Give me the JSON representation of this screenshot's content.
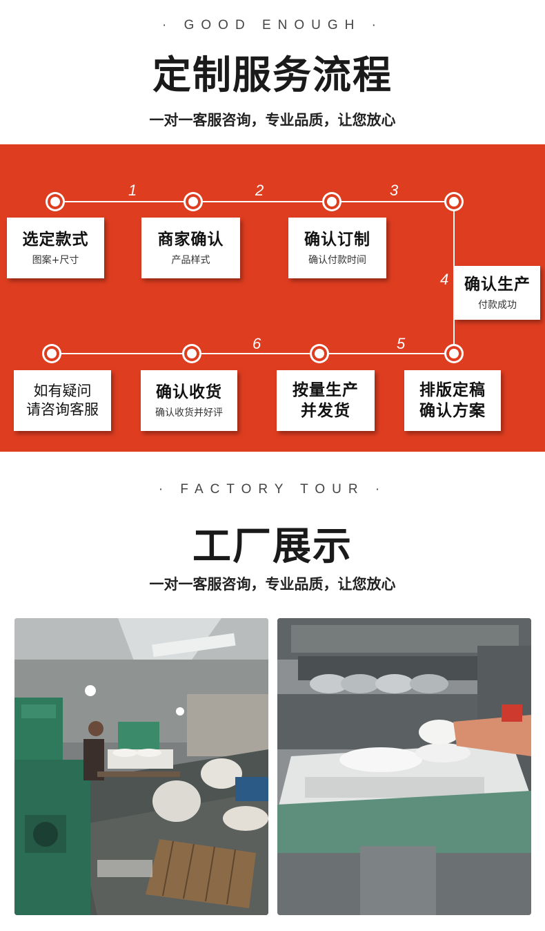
{
  "process": {
    "eyebrow": "· GOOD ENOUGH ·",
    "title": "定制服务流程",
    "subtitle": "一对一客服咨询，专业品质，让您放心",
    "step_numbers": [
      "1",
      "2",
      "3",
      "4",
      "5",
      "6"
    ],
    "steps": [
      {
        "title": "选定款式",
        "desc": "图案+尺寸"
      },
      {
        "title": "商家确认",
        "desc": "产品样式"
      },
      {
        "title": "确认订制",
        "desc": "确认付款时间"
      },
      {
        "title": "确认生产",
        "desc": "付款成功"
      },
      {
        "title": "排版定稿",
        "title2": "确认方案"
      },
      {
        "title": "按量生产",
        "title2": "并发货"
      },
      {
        "title": "确认收货",
        "desc": "确认收货并好评"
      },
      {
        "line1": "如有疑问",
        "line2": "请咨询客服"
      }
    ],
    "band_color": "#df3d20"
  },
  "factory": {
    "eyebrow": "· FACTORY TOUR ·",
    "title": "工厂展示",
    "subtitle": "一对一客服咨询，专业品质，让您放心",
    "photos": [
      "factory-floor-photo",
      "press-machine-photo"
    ]
  }
}
